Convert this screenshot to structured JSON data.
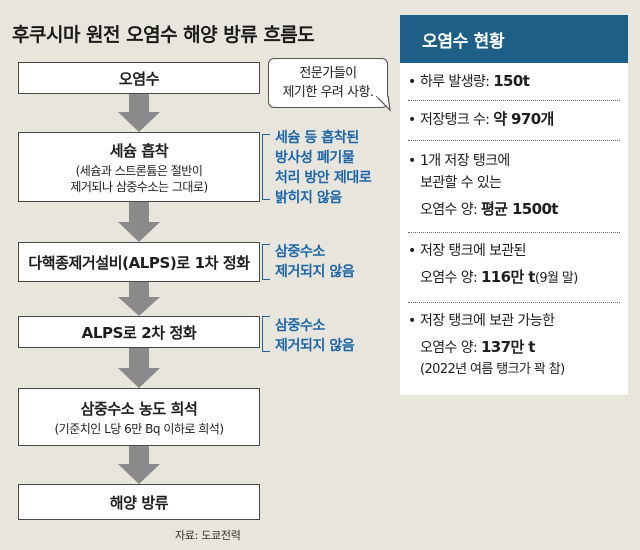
{
  "title": "후쿠시마 원전 오염수 해양 방류 흐름도",
  "flow": [
    {
      "label": "오염수",
      "sub": []
    },
    {
      "label": "세슘 흡착",
      "sub": [
        "(세슘과 스트론튬은 절반이",
        "제거되나 삼중수소는 그대로)"
      ]
    },
    {
      "label": "다핵종제거설비(ALPS)로 1차 정화",
      "sub": []
    },
    {
      "label": "ALPS로 2차 정화",
      "sub": []
    },
    {
      "label": "삼중수소 농도 희석",
      "sub": [
        "(기준치인 L당 6만 Bq 이하로 희석)"
      ]
    },
    {
      "label": "해양 방류",
      "sub": []
    }
  ],
  "bubble": [
    "전문가들이",
    "제기한 우려 사항."
  ],
  "concerns": [
    [
      "세슘 등 흡착된",
      "방사성 폐기물",
      "처리 방안 제대로",
      "밝히지 않음"
    ],
    [
      "삼중수소",
      "제거되지 않음"
    ],
    [
      "삼중수소",
      "제거되지 않음"
    ]
  ],
  "panel": {
    "title": "오염수 현황",
    "items": [
      {
        "lines": [
          "하루 발생량: "
        ],
        "value": "150t",
        "value_line": 0,
        "suffix": ""
      },
      {
        "lines": [
          "저장탱크 수: "
        ],
        "value": "약 970개",
        "value_line": 0,
        "suffix": ""
      },
      {
        "lines": [
          "1개 저장 탱크에",
          "보관할 수 있는",
          "오염수 양: "
        ],
        "value": "평균 1500t",
        "value_line": 2,
        "suffix": ""
      },
      {
        "lines": [
          "저장 탱크에 보관된",
          "오염수 양: "
        ],
        "value": "116만 t",
        "value_line": 1,
        "suffix": "(9월 말)"
      },
      {
        "lines": [
          "저장 탱크에 보관 가능한",
          "오염수 양: ",
          "(2022년 여름 탱크가 꽉 참)"
        ],
        "value": "137만 t",
        "value_line": 1,
        "suffix": ""
      }
    ]
  },
  "source": "자료: 도쿄전력",
  "colors": {
    "background": "#e8e5dc",
    "header": "#1e5f88",
    "concern_text": "#1d67a8",
    "arrow": "#8a8a8a"
  }
}
